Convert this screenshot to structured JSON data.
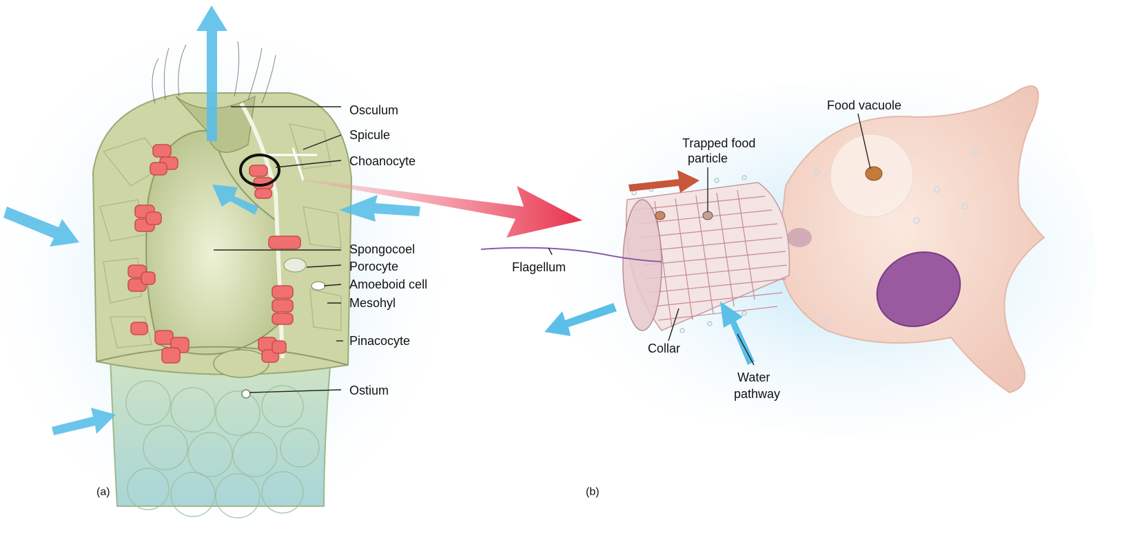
{
  "panel_a": {
    "caption": "(a)",
    "labels": {
      "osculum": "Osculum",
      "spicule": "Spicule",
      "choanocyte": "Choanocyte",
      "spongocoel": "Spongocoel",
      "porocyte": "Porocyte",
      "amoeboid_cell": "Amoeboid  cell",
      "mesohyl": "Mesohyl",
      "pinacocyte": "Pinacocyte",
      "ostium": "Ostium"
    }
  },
  "panel_b": {
    "caption": "(b)",
    "labels": {
      "food_vacuole": "Food vacuole",
      "trapped_food_line1": "Trapped food",
      "trapped_food_line2": "particle",
      "flagellum": "Flagellum",
      "collar": "Collar",
      "water_pathway_line1": "Water",
      "water_pathway_line2": "pathway"
    }
  },
  "colors": {
    "water_arrow": "#5bbfe8",
    "sponge_wall": "#cfd8a8",
    "choanocyte_cells": "#f07070",
    "zoom_arrow": "#e8304a",
    "cell_body": "#f6d8cc",
    "nucleus": "#9a5aa0",
    "background_wash": "#cdeaf7"
  }
}
